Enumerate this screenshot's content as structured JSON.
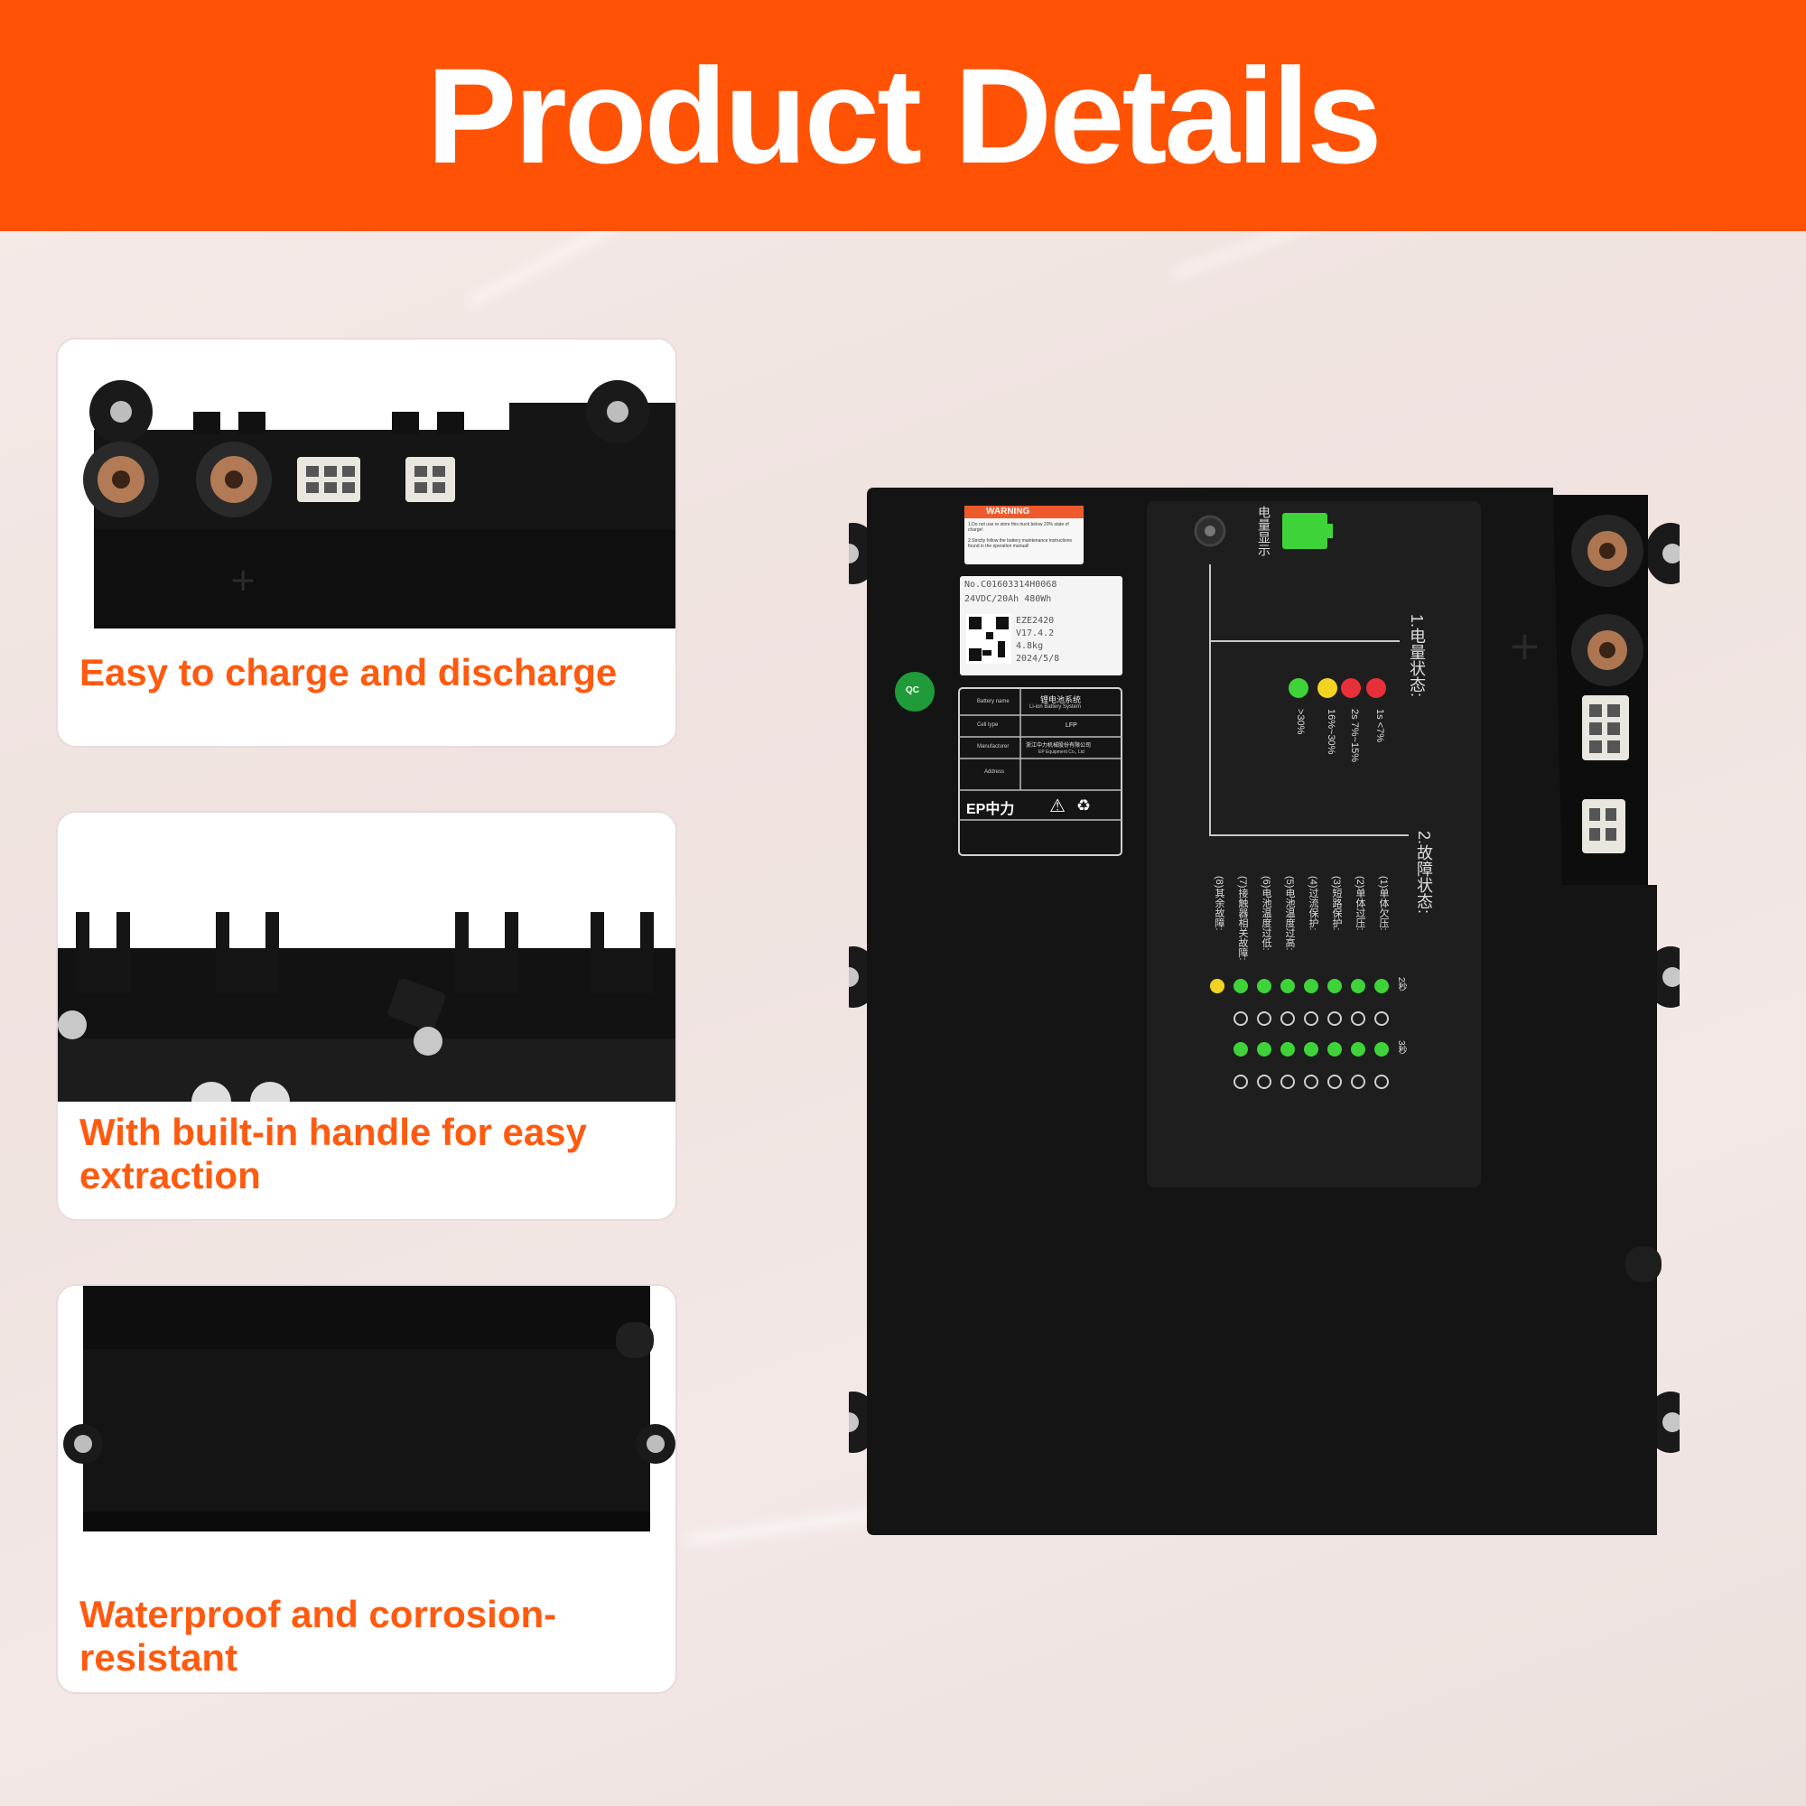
{
  "header": {
    "title": "Product Details"
  },
  "features": [
    {
      "caption": "Easy to charge and discharge"
    },
    {
      "caption": "With built-in handle for easy extraction"
    },
    {
      "caption": "Waterproof and corrosion-resistant"
    }
  ],
  "product_label": {
    "warning_title": "WARNING",
    "warning_line1": "1.Do not use or store this truck below 20% state of charge!",
    "warning_line2": "2.Strictly follow the battery maintenance instructions found in the operation manual!",
    "serial": "No.C01603314H0068",
    "spec": "24VDC/20Ah 480Wh",
    "model": "EZE2420",
    "version": "V17.4.2",
    "weight": "4.8kg",
    "date": "2024/5/8",
    "qc_badge": "QC",
    "rating_title": "锂电池系统",
    "rating_subtitle": "Li-ion Battery System",
    "row1_label": "Battery name",
    "row2_label": "Cell type",
    "row2_value": "LFP",
    "row3_label": "Manufacturer",
    "row3_value": "浙江中力机械股份有限公司",
    "row3_value_en": "EP Equipment Co., Ltd",
    "row4_label": "Address",
    "brand": "EP中力"
  },
  "status_panel": {
    "indicator_label": "电量显示",
    "section1_title": "1.电量状态:",
    "section1_levels": [
      "1s  <7%",
      "2s  7%~15%",
      "16%~30%",
      ">30%"
    ],
    "section2_title": "2.故障状态:",
    "faults": [
      "(1)单体欠压:",
      "(2)单体过压:",
      "(3)短路保护:",
      "(4)过流保护:",
      "(5)电池温度过高:",
      "(6)电池温度过低:",
      "(7)接触器相关故障:",
      "(8)其余故障:"
    ],
    "col_2s": "2秒",
    "col_3s": "3秒"
  },
  "colors": {
    "brand_orange": "#ff5204",
    "caption_orange": "#ff5a0f",
    "battery_body": "#141414",
    "led_green": "#3fd33a",
    "led_yellow": "#f3d321",
    "led_red": "#e8303b"
  }
}
